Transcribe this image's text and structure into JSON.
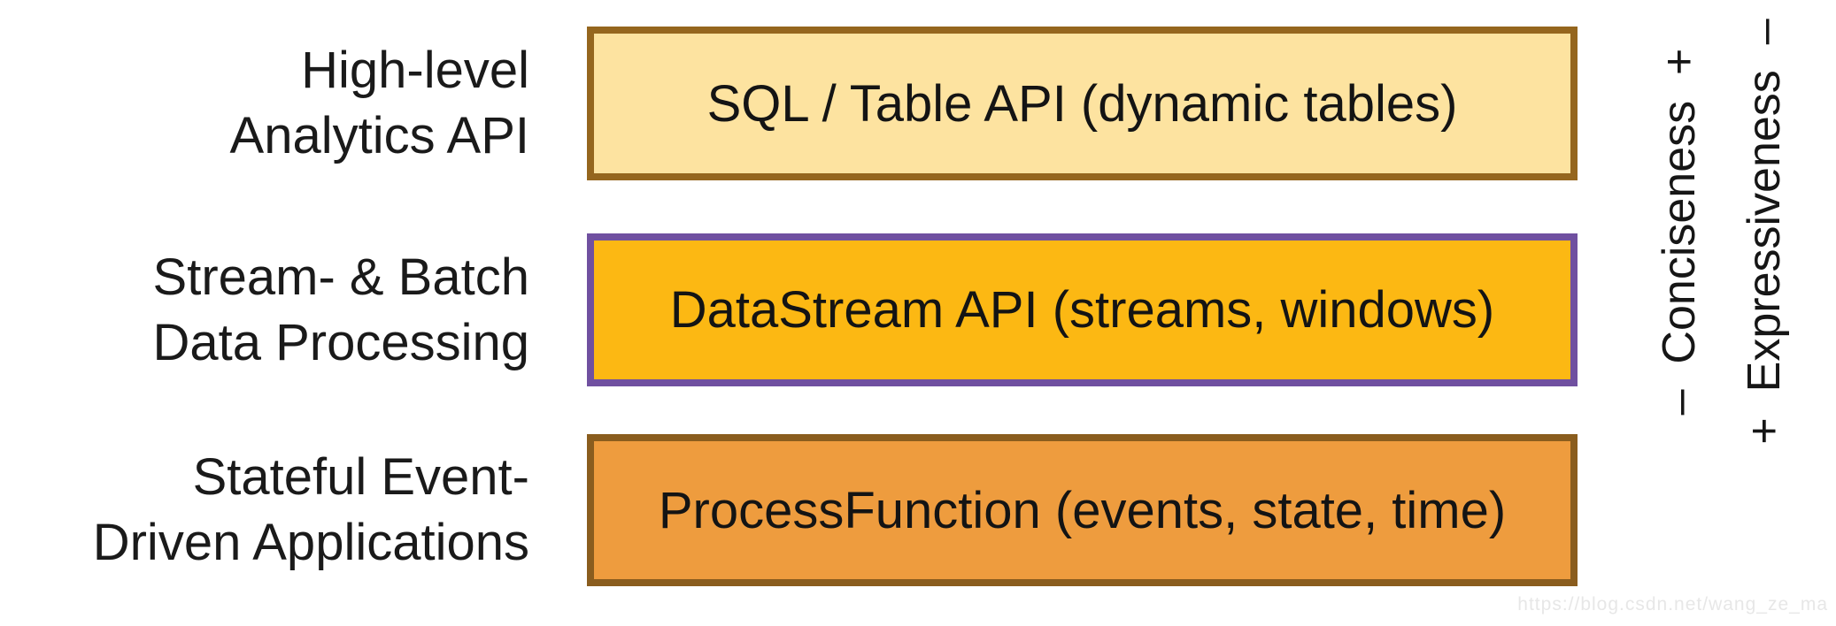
{
  "page": {
    "background": "#ffffff",
    "text_color": "#1a1a1a"
  },
  "rows": [
    {
      "label_line1": "High-level",
      "label_line2": "Analytics API",
      "box_label": "SQL / Table API (dynamic tables)",
      "box_fill": "#FDE3A0",
      "box_border": "#95661E"
    },
    {
      "label_line1": "Stream- & Batch",
      "label_line2": "Data Processing",
      "box_label": "DataStream API (streams, windows)",
      "box_fill": "#FCB813",
      "box_border": "#7050A0"
    },
    {
      "label_line1": "Stateful Event-",
      "label_line2": "Driven Applications",
      "box_label": "ProcessFunction (events, state, time)",
      "box_fill": "#EE9C3E",
      "box_border": "#8A5D1E"
    }
  ],
  "axes": {
    "conciseness": "–  Conciseness  +",
    "expressiveness": "+  Expressiveness  –"
  },
  "watermark": "https://blog.csdn.net/wang_ze_ma"
}
